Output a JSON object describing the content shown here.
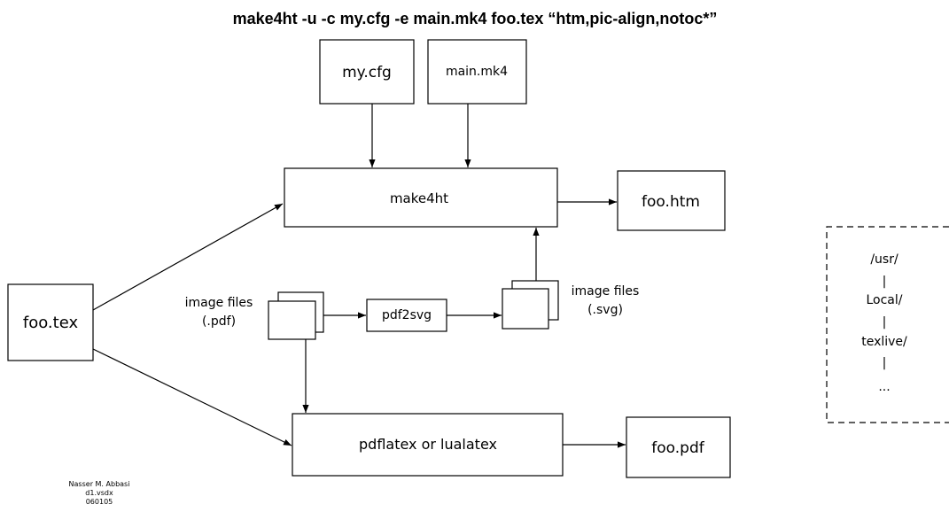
{
  "title": "make4ht -u -c my.cfg -e main.mk4 foo.tex “htm,pic-align,notoc*”",
  "nodes": {
    "my_cfg": "my.cfg",
    "main_mk4": "main.mk4",
    "make4ht": "make4ht",
    "foo_htm": "foo.htm",
    "foo_tex": "foo.tex",
    "image_files_pdf": [
      "image files",
      "(.pdf)"
    ],
    "pdf2svg": "pdf2svg",
    "image_files_svg": [
      "image files",
      "(.svg)"
    ],
    "pdflatex": "pdflatex or lualatex",
    "foo_pdf": "foo.pdf"
  },
  "path_panel": [
    "/usr/",
    "|",
    "Local/",
    "|",
    "texlive/",
    "|",
    "..."
  ],
  "footer": [
    "Nasser M. Abbasi",
    "d1.vsdx",
    "060105"
  ],
  "colors": {
    "line": "#000000",
    "background": "#ffffff"
  }
}
